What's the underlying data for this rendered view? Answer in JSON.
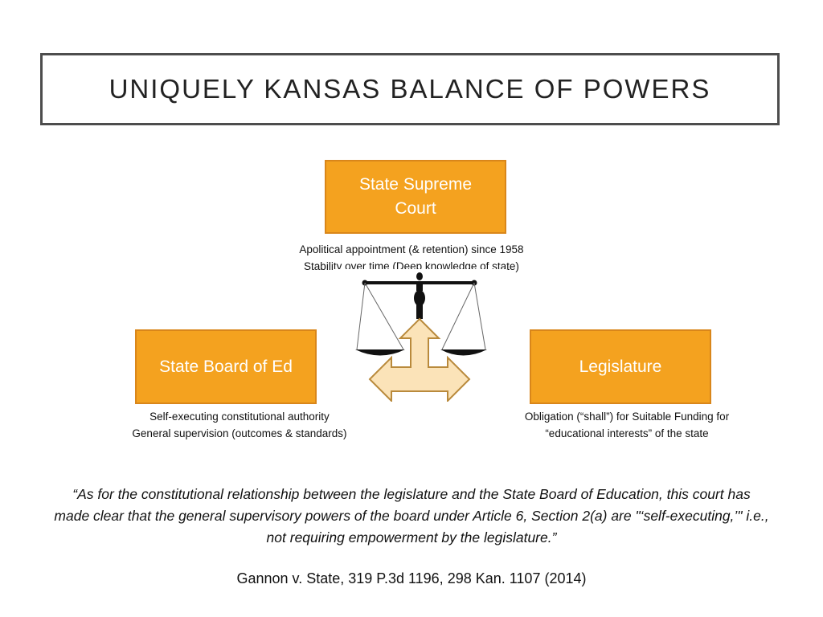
{
  "slide": {
    "title": "UNIQUELY KANSAS BALANCE OF POWERS"
  },
  "diagram": {
    "court": {
      "label_line1": "State Supreme",
      "label_line2": "Court",
      "notes": [
        "Apolitical appointment (& retention) since 1958",
        "Stability over time (Deep knowledge of state)"
      ]
    },
    "board": {
      "label": "State Board of Ed",
      "notes": [
        "Self-executing constitutional authority",
        "General supervision (outcomes & standards)"
      ]
    },
    "legislature": {
      "label": "Legislature",
      "notes": [
        "Obligation (“shall”) for Suitable Funding for",
        "“educational interests” of the state"
      ]
    }
  },
  "quote": {
    "lines": [
      "“As for the constitutional relationship between the legislature and the State Board of Education, this court has",
      "made clear that the general supervisory powers of the board under Article 6, Section 2(a) are \"‘self-executing,’\" i.e.,",
      "not requiring empowerment by the legislature.”"
    ]
  },
  "citation": "Gannon v. State, 319 P.3d 1196, 298 Kan. 1107 (2014)",
  "colors": {
    "box_fill": "#f4a21f",
    "box_border": "#d9861a",
    "arrow_fill": "#fbe3b8",
    "arrow_stroke": "#b98a3c",
    "scale": "#111111"
  },
  "icons": {
    "scales": "scales-of-justice-icon",
    "arrow": "three-way-arrow-icon"
  }
}
